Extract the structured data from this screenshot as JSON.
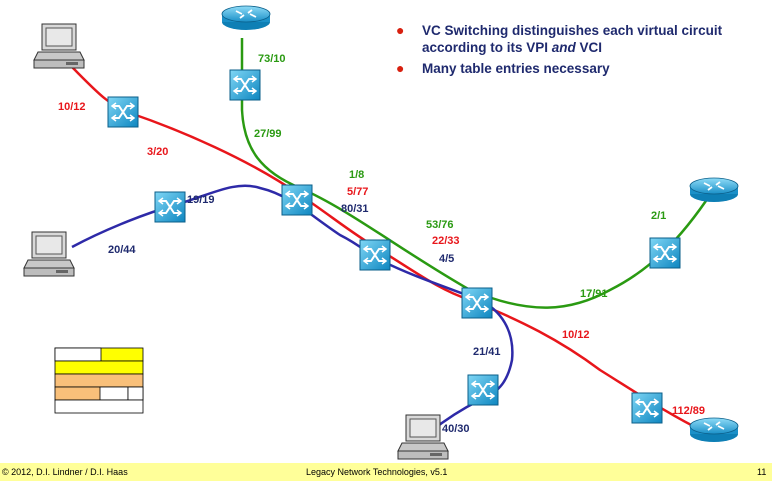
{
  "bullets": [
    {
      "text": "VC Switching distinguishes each virtual circuit according to its VPI ",
      "emph": "and",
      "tail": " VCI"
    },
    {
      "text": "Many table entries necessary"
    }
  ],
  "labels": {
    "red": [
      "10/12",
      "3/20",
      "5/77",
      "22/33",
      "10/12",
      "112/89"
    ],
    "green": [
      "73/10",
      "27/99",
      "1/8",
      "53/76",
      "17/91",
      "2/1"
    ],
    "blue": [
      "20/44",
      "19/19",
      "80/31",
      "4/5",
      "21/41",
      "40/30"
    ]
  },
  "colors": {
    "red": "#e8161b",
    "green": "#2a9a12",
    "blue": "#2e2aa8",
    "navy": "#1f2a6e",
    "footer": "#ffff99",
    "switch": "#1aa6d8",
    "router": "#36b6e0"
  },
  "footer": {
    "copyright": "© 2012, D.I. Lindner / D.I. Haas",
    "title": "Legacy Network Technologies, v5.1",
    "page": "11"
  },
  "icons": {
    "switch": "atm-switch-icon",
    "router": "router-icon",
    "pc": "pc-icon"
  }
}
